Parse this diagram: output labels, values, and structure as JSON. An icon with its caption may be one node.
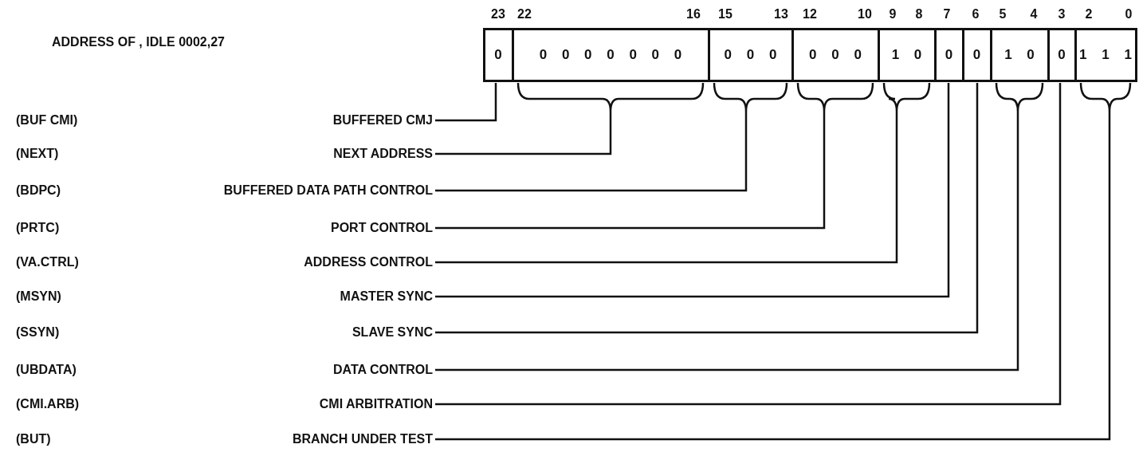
{
  "diagram": {
    "title": "ADDRESS OF , IDLE 0002,27",
    "nodes": [
      {
        "text": [
          "0"
        ]
      },
      {
        "text": [
          "0 0 0 0 0 0 0"
        ]
      },
      {
        "text": [
          "0 0 0"
        ]
      },
      {
        "text": [
          "0 0 0"
        ]
      },
      {
        "text": [
          "1 0"
        ]
      },
      {
        "text": [
          "0"
        ]
      },
      {
        "text": [
          "0"
        ]
      },
      {
        "text": [
          "1 0"
        ]
      },
      {
        "text": [
          "0"
        ]
      },
      {
        "text": [
          "1 1 1"
        ]
      },
      {
        "text": [
          "BUFFERED CMJ"
        ]
      },
      {
        "text": [
          "NEXT ADDRESS"
        ]
      },
      {
        "text": [
          "BUFFERED DATA PATH CONTROL"
        ]
      },
      {
        "text": [
          "PORT CONTROL"
        ]
      },
      {
        "text": [
          "ADDRESS CONTROL"
        ]
      },
      {
        "text": [
          "MASTER SYNC"
        ]
      },
      {
        "text": [
          "SLAVE SYNC"
        ]
      },
      {
        "text": [
          "DATA CONTROL"
        ]
      },
      {
        "text": [
          "CMI ARBITRATION"
        ]
      },
      {
        "text": [
          "BRANCH UNDER TEST"
        ]
      }
    ],
    "edges": [
      {
        "from": 10,
        "to": 0,
        "arrow": "none"
      },
      {
        "from": 11,
        "to": 1,
        "arrow": "none"
      },
      {
        "from": 12,
        "to": 2,
        "arrow": "none"
      },
      {
        "from": 13,
        "to": 3,
        "arrow": "none"
      },
      {
        "from": 14,
        "to": 4,
        "arrow": "none"
      },
      {
        "from": 15,
        "to": 5,
        "arrow": "none"
      },
      {
        "from": 16,
        "to": 6,
        "arrow": "none"
      },
      {
        "from": 17,
        "to": 7,
        "arrow": "none"
      },
      {
        "from": 18,
        "to": 8,
        "arrow": "none"
      },
      {
        "from": 19,
        "to": 9,
        "arrow": "none"
      }
    ],
    "labels": [
      "23",
      "22",
      "16",
      "15",
      "13",
      "12",
      "10",
      "9",
      "8",
      "7",
      "6",
      "5",
      "4",
      "3",
      "2",
      "0",
      "(BUF CMI)",
      "(NEXT)",
      "(BDPC)",
      "(PRTC)",
      "(VA.CTRL)",
      "(MSYN)",
      "(SSYN)",
      "(UBDATA)",
      "(CMI.ARB)",
      "(BUT)"
    ]
  }
}
